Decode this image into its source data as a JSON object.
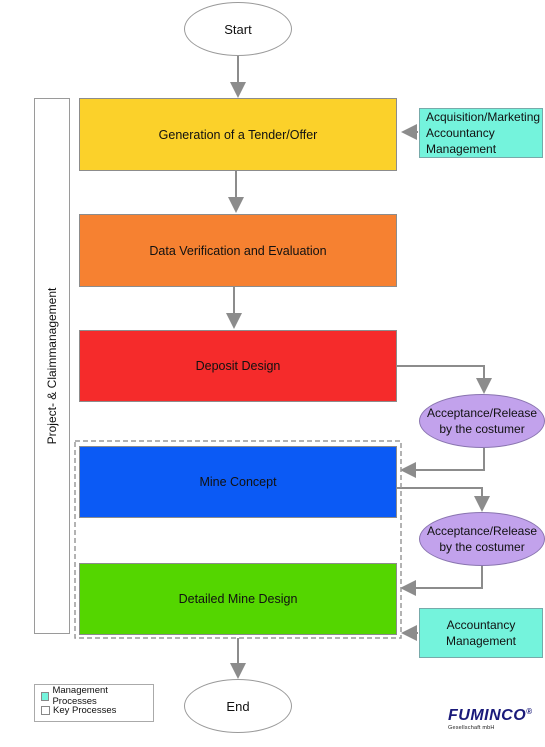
{
  "flow": {
    "start": "Start",
    "end": "End",
    "tender": "Generation of a Tender/Offer",
    "verification": "Data Verification and Evaluation",
    "deposit": "Deposit Design",
    "concept": "Mine Concept",
    "detailed": "Detailed Mine Design"
  },
  "management_top": [
    "Acquisition/Marketing",
    "Accountancy",
    "Management"
  ],
  "management_bottom": [
    "Accountancy",
    "Management"
  ],
  "decision_1": [
    "Acceptance/Release",
    "by the costumer"
  ],
  "decision_2": [
    "Acceptance/Release",
    "by the costumer"
  ],
  "sidebar_label": "Project- & Claimmanagement",
  "legend": {
    "management": "Management Processes",
    "key": "Key Processes"
  },
  "logo": {
    "name": "FUMINCO",
    "mark": "®",
    "sub": "Gesellschaft mbH"
  },
  "colors": {
    "tender": "#fbd12a",
    "verification": "#f68131",
    "deposit": "#f52b2b",
    "concept": "#0b5af5",
    "detailed": "#54d600",
    "management": "#74f3dc",
    "decision": "#c2a2ec",
    "connector": "#8c8c8c"
  }
}
